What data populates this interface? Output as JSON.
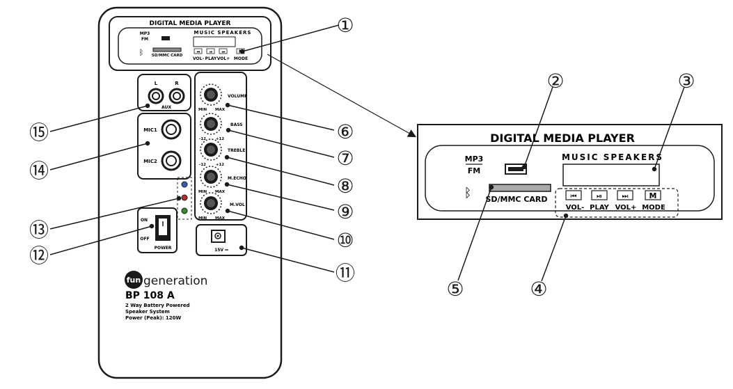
{
  "panel": {
    "header": "DIGITAL MEDIA PLAYER",
    "mp3": "MP3",
    "fm": "FM",
    "music_speakers": "MUSIC SPEAKERS",
    "card_slot": "SD/MMC CARD",
    "buttons": [
      {
        "symbol": "⏮",
        "label": "VOL-"
      },
      {
        "symbol": "⏯",
        "label": "PLAY"
      },
      {
        "symbol": "⏭",
        "label": "VOL+"
      },
      {
        "symbol": "M",
        "label": "MODE"
      }
    ]
  },
  "aux": {
    "left": "L",
    "right": "R",
    "label": "AUX"
  },
  "mics": {
    "mic1": "MIC1",
    "mic2": "MIC2"
  },
  "knobs": [
    {
      "label": "VOLUME",
      "min": "MIN",
      "max": "MAX"
    },
    {
      "label": "BASS",
      "min": "-12",
      "max": "+12"
    },
    {
      "label": "TREBLE",
      "min": "-12",
      "max": "+12"
    },
    {
      "label": "M.ECHO",
      "min": "MIN",
      "max": "MAX"
    },
    {
      "label": "M.VOL",
      "min": "MIN",
      "max": "MAX"
    }
  ],
  "power": {
    "on": "ON",
    "off": "OFF",
    "label": "POWER"
  },
  "dc_input": "15V ⎓",
  "brand": {
    "logo_prefix": "fun",
    "logo_suffix": "generation",
    "model": "BP 108 A",
    "description": [
      "2 Way Battery Powered",
      "Speaker System",
      "Power (Peak): 120W"
    ]
  },
  "callouts": [
    "①",
    "②",
    "③",
    "④",
    "⑤",
    "⑥",
    "⑦",
    "⑧",
    "⑨",
    "⑩",
    "⑪",
    "⑫",
    "⑬",
    "⑭",
    "⑮"
  ],
  "colors": {
    "line": "#1a1a1a",
    "led_blue": "#3a5fa8",
    "led_red": "#b03030",
    "led_green": "#3a8a3a"
  }
}
